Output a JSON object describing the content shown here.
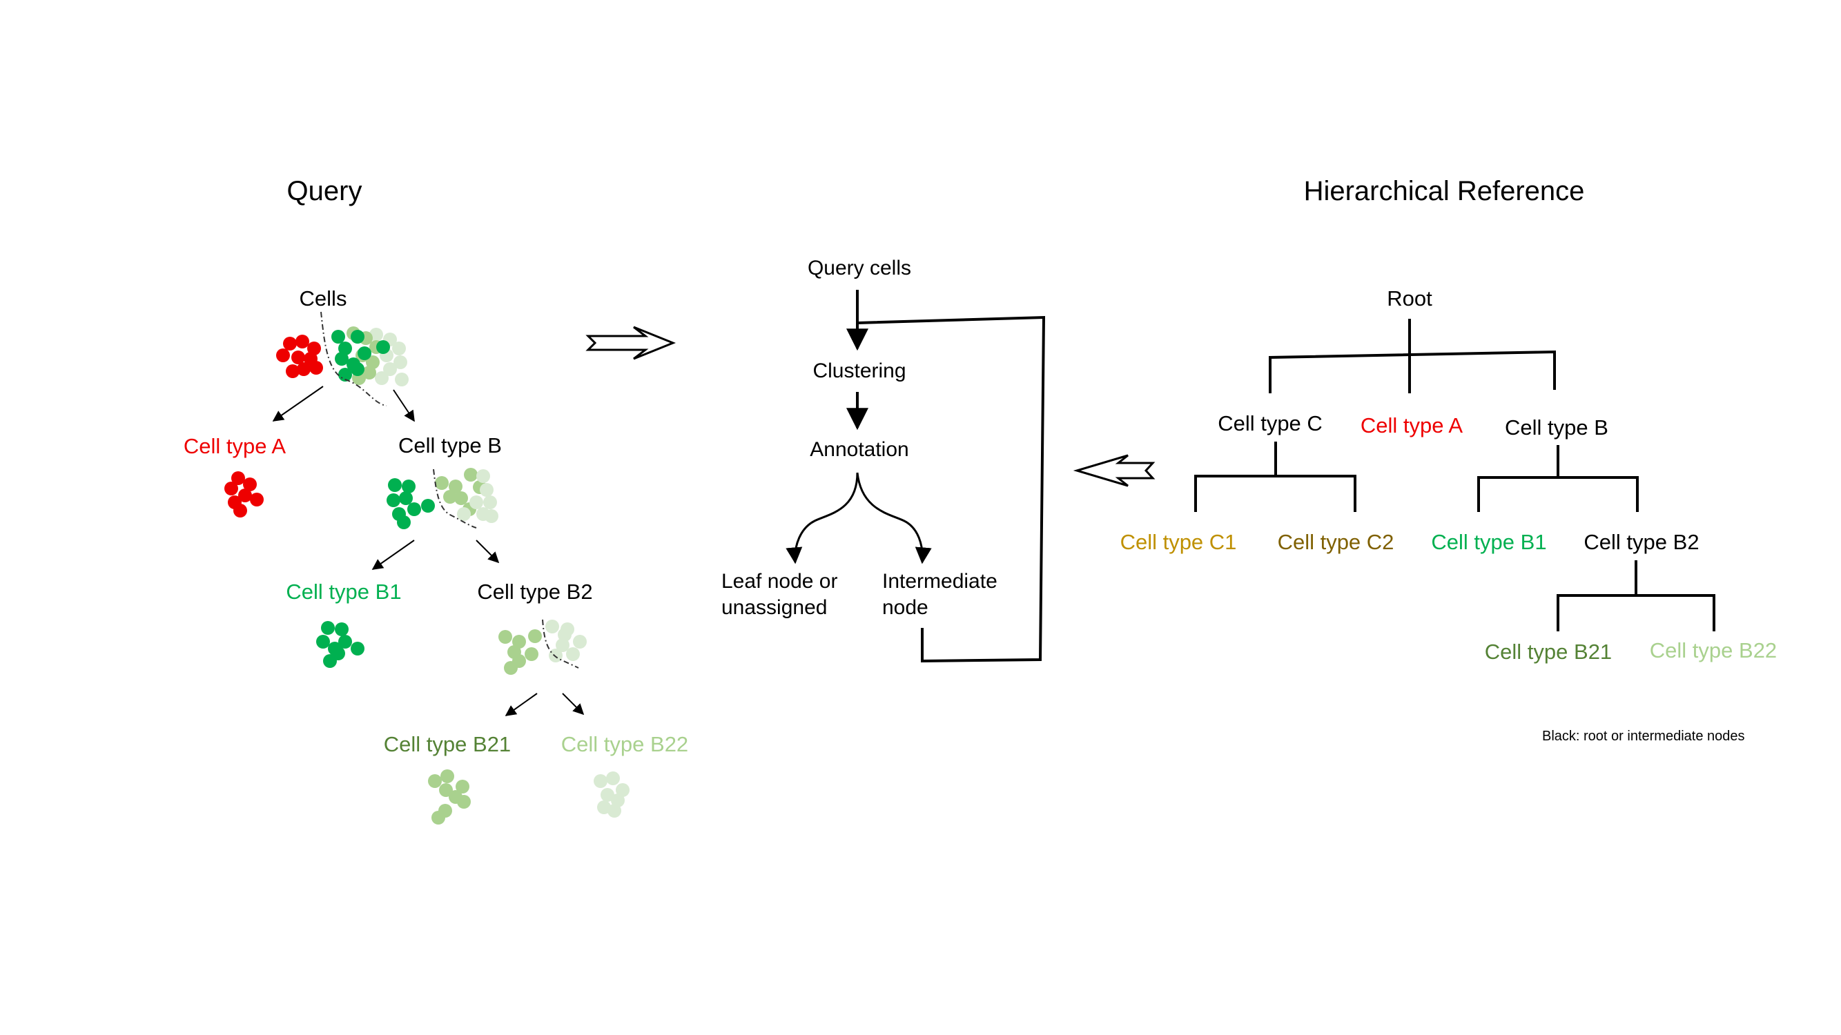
{
  "titles": {
    "query": "Query",
    "reference": "Hierarchical Reference"
  },
  "colors": {
    "black": "#000000",
    "type_a": "#ee0000",
    "type_b1": "#00b050",
    "type_b21": "#548235",
    "type_b22": "#a9d18e",
    "type_b_pale": "#d9ead3",
    "type_c1": "#bf9000",
    "type_c2": "#7f6000"
  },
  "query_tree": {
    "root": "Cells",
    "a": "Cell type A",
    "b": "Cell type B",
    "b1": "Cell type B1",
    "b2": "Cell type B2",
    "b21": "Cell type B21",
    "b22": "Cell type B22"
  },
  "flowchart": {
    "query_cells": "Query cells",
    "clustering": "Clustering",
    "annotation": "Annotation",
    "leaf_line1": "Leaf node or",
    "leaf_line2": "unassigned",
    "inter_line1": "Intermediate",
    "inter_line2": "node"
  },
  "reference_tree": {
    "root": "Root",
    "c": "Cell type C",
    "a": "Cell type A",
    "b": "Cell type B",
    "c1": "Cell type C1",
    "c2": "Cell type C2",
    "b1": "Cell type B1",
    "b2": "Cell type B2",
    "b21": "Cell type B21",
    "b22": "Cell type B22"
  },
  "legend_note": "Black: root or intermediate nodes",
  "icons": [
    "right-hollow-arrow-icon",
    "left-hollow-arrow-icon"
  ]
}
